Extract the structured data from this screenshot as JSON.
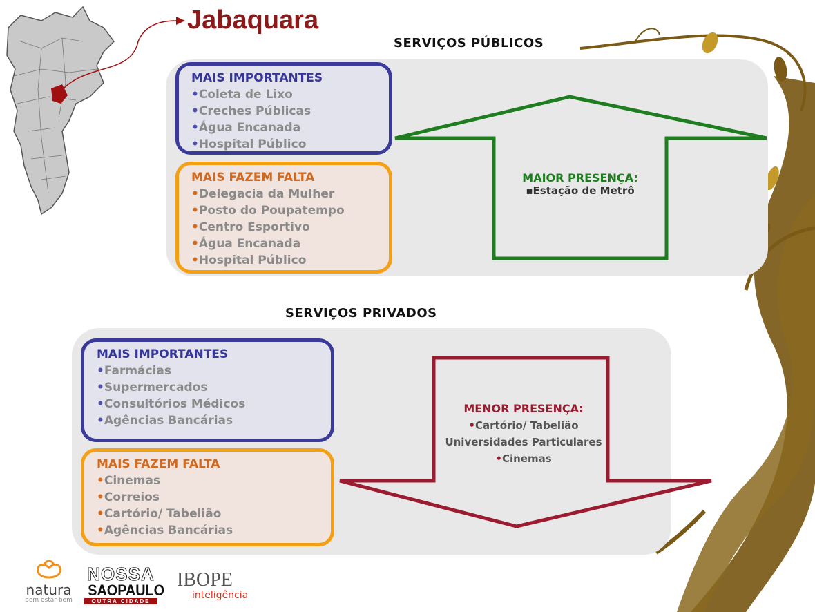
{
  "region": {
    "title": "Jabaquara"
  },
  "publicos": {
    "title": "SERVIÇOS PÚBLICOS",
    "importantes": {
      "heading": "MAIS IMPORTANTES",
      "items": [
        "Coleta de Lixo",
        "Creches Públicas",
        "Água Encanada",
        "Hospital Público"
      ]
    },
    "falta": {
      "heading": "MAIS FAZEM FALTA",
      "items": [
        "Delegacia da Mulher",
        "Posto do Poupatempo",
        "Centro Esportivo",
        "Água Encanada",
        "Hospital Público"
      ]
    },
    "presenca": {
      "heading": "MAIOR PRESENÇA:",
      "items": [
        "Estação de Metrô"
      ],
      "color": "#1e7d1e"
    }
  },
  "privados": {
    "title": "SERVIÇOS PRIVADOS",
    "importantes": {
      "heading": "MAIS IMPORTANTES",
      "items": [
        "Farmácias",
        "Supermercados",
        "Consultórios Médicos",
        "Agências Bancárias"
      ]
    },
    "falta": {
      "heading": "MAIS FAZEM FALTA",
      "items": [
        "Cinemas",
        "Correios",
        "Cartório/ Tabelião",
        "Agências Bancárias"
      ]
    },
    "presenca": {
      "heading": "MENOR PRESENÇA:",
      "items": [
        "Cartório/ Tabelião",
        "Universidades Particulares",
        "Cinemas"
      ],
      "color": "#9b1b30"
    }
  },
  "logos": {
    "natura": {
      "name": "natura",
      "tagline": "bem estar bem"
    },
    "nossa": {
      "top": "NOSSA",
      "main": "SAOPAULO",
      "bottom": "OUTRA CIDADE"
    },
    "ibope": {
      "name": "IBOPE",
      "sub": "inteligência"
    }
  },
  "colors": {
    "blue_border": "#3a3a9a",
    "orange_border": "#f5a014",
    "green_arrow": "#1e7d1e",
    "red_arrow": "#9b1b30",
    "title_red": "#8b1a1a",
    "vine": "#7a5a16"
  }
}
